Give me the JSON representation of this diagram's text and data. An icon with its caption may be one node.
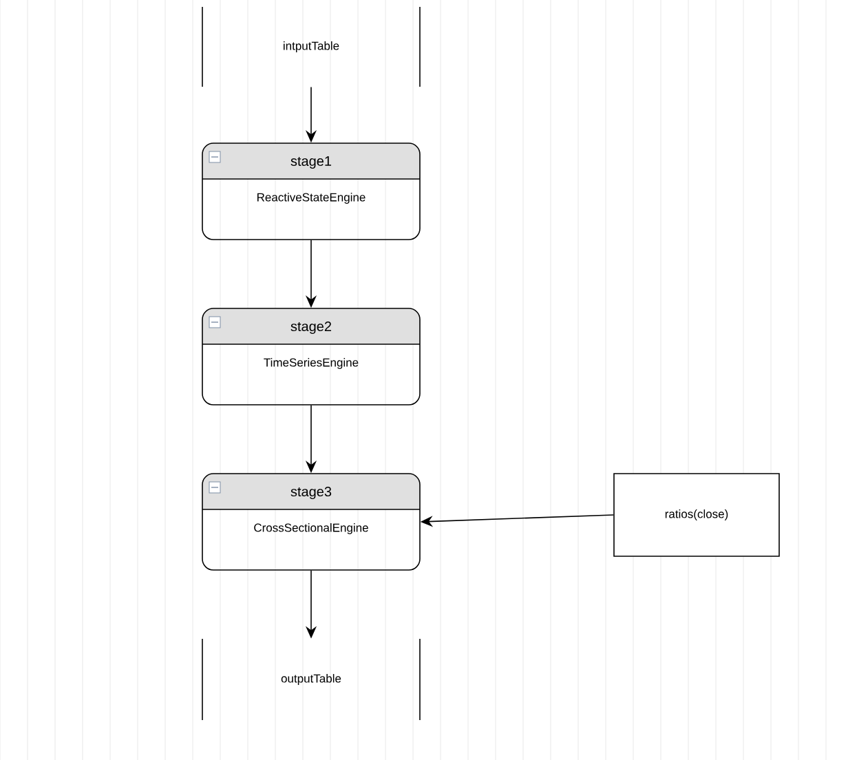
{
  "diagram": {
    "nodes": [
      {
        "text": [
          "intputTable"
        ]
      },
      {
        "text": [
          "stage1",
          "ReactiveStateEngine"
        ]
      },
      {
        "text": [
          "stage2",
          "TimeSeriesEngine"
        ]
      },
      {
        "text": [
          "stage3",
          "CrossSectionalEngine"
        ]
      },
      {
        "text": [
          "ratios(close)"
        ]
      },
      {
        "text": [
          "outputTable"
        ]
      }
    ],
    "edges": [
      {
        "from": 0,
        "to": 1,
        "arrow": "to"
      },
      {
        "from": 1,
        "to": 2,
        "arrow": "to"
      },
      {
        "from": 2,
        "to": 3,
        "arrow": "to"
      },
      {
        "from": 4,
        "to": 3,
        "arrow": "to"
      },
      {
        "from": 3,
        "to": 5,
        "arrow": "to"
      }
    ]
  }
}
